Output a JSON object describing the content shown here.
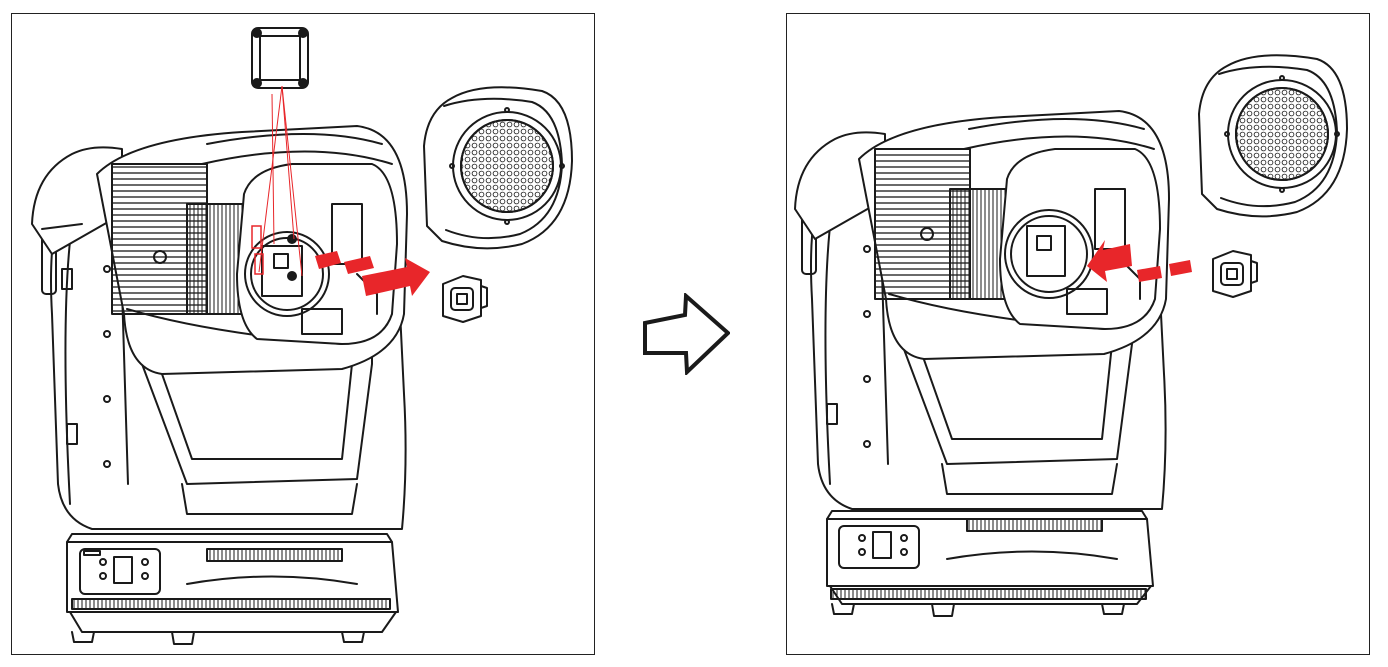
{
  "colors": {
    "line": "#1a1a1a",
    "highlight": "#e8262a",
    "background": "#ffffff"
  },
  "icons": {
    "flow": "right-arrow-icon",
    "cap": "front-cap-icon",
    "module": "module-icon",
    "gasket": "gasket-icon"
  },
  "steps": [
    {
      "id": "step-remove",
      "highlight": "remove"
    },
    {
      "id": "step-insert",
      "highlight": "insert"
    }
  ]
}
